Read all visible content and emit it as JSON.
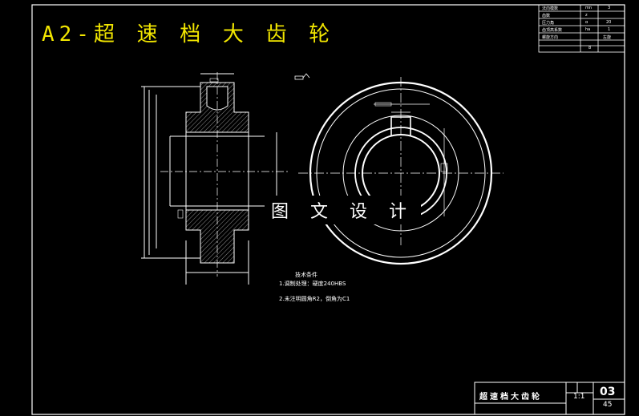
{
  "drawing": {
    "title": "A2-超 速 档 大 齿 轮",
    "watermark": "图 文 设 计",
    "title_color": "#f2e600",
    "line_color": "#ffffff",
    "background": "#000000"
  },
  "technical_requirements": {
    "heading": "技术条件",
    "item1": "1.调制处理：硬度240HBS",
    "item2": "2.未注明圆角R2，倒角为C1"
  },
  "parameter_table": {
    "rows": [
      {
        "name": "法向模数",
        "symbol": "mn",
        "value": "3"
      },
      {
        "name": "齿数",
        "symbol": "z",
        "value": ""
      },
      {
        "name": "压力角",
        "symbol": "α",
        "value": "20"
      },
      {
        "name": "齿顶高系数",
        "symbol": "ha",
        "value": "1"
      },
      {
        "name": "螺旋方向",
        "symbol": "",
        "value": "左旋"
      },
      {
        "name": "",
        "symbol": "",
        "value": "8"
      }
    ]
  },
  "title_block": {
    "part_name": "超速档大齿轮",
    "drawing_number": "03",
    "scale": "45",
    "sheet": "1:1"
  }
}
